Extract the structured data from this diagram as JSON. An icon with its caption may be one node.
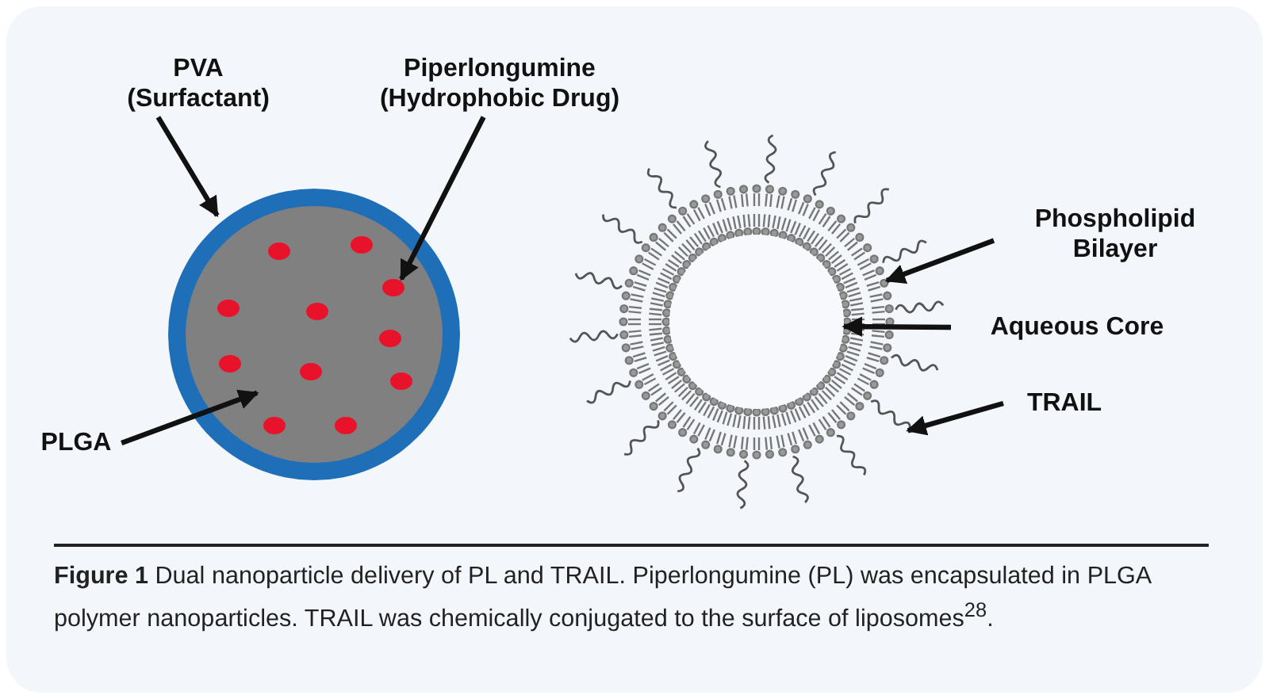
{
  "diagram": {
    "caption": "**Figure 1** Dual nanoparticle delivery of PL and TRAIL. Piperlongumine (PL) was encapsulated in PLGA polymer nanoparticles. TRAIL was chemically conjugated to the surface of liposomes$^{28}$.",
    "nodes": [
      {
        "text": [
          "PVA (Surfactant)"
        ]
      },
      {
        "text": [
          "Piperlongumine (Hydrophobic Drug)"
        ]
      },
      {
        "text": [
          "PLGA"
        ]
      },
      {
        "text": [],
        "shape": "circle"
      },
      {
        "text": [],
        "shape": "circle",
        "in": 3
      },
      {
        "text": [],
        "shape": "circle",
        "in": 4
      },
      {
        "text": [],
        "shape": "circle",
        "in": 4
      },
      {
        "text": [],
        "shape": "circle",
        "in": 4
      },
      {
        "text": [],
        "shape": "circle",
        "in": 4
      },
      {
        "text": [],
        "shape": "circle",
        "in": 4
      },
      {
        "text": [],
        "shape": "circle",
        "in": 4
      },
      {
        "text": [],
        "shape": "circle",
        "in": 4
      },
      {
        "text": [],
        "shape": "circle",
        "in": 4
      },
      {
        "text": [],
        "shape": "circle",
        "in": 4
      },
      {
        "text": [],
        "shape": "circle",
        "in": 4
      },
      {
        "text": [],
        "shape": "circle",
        "in": 4
      },
      {
        "text": [
          "Phospholipid Bilayer"
        ]
      },
      {
        "text": [
          "Aqueous Core"
        ]
      },
      {
        "text": [
          "TRAIL"
        ]
      },
      {
        "text": [],
        "shape": "circle"
      },
      {
        "text": [],
        "shape": "circle",
        "in": 19
      },
      {
        "text": [],
        "shape": "line"
      }
    ],
    "edges": [
      {
        "from": 0,
        "to": 3,
        "arrow": "to"
      },
      {
        "from": 1,
        "to": 7,
        "arrow": "to"
      },
      {
        "from": 2,
        "to": 4,
        "arrow": "to"
      },
      {
        "from": 16,
        "to": 19,
        "arrow": "to"
      },
      {
        "from": 17,
        "to": 20,
        "arrow": "to"
      },
      {
        "from": 18,
        "to": 21,
        "arrow": "to"
      }
    ]
  }
}
